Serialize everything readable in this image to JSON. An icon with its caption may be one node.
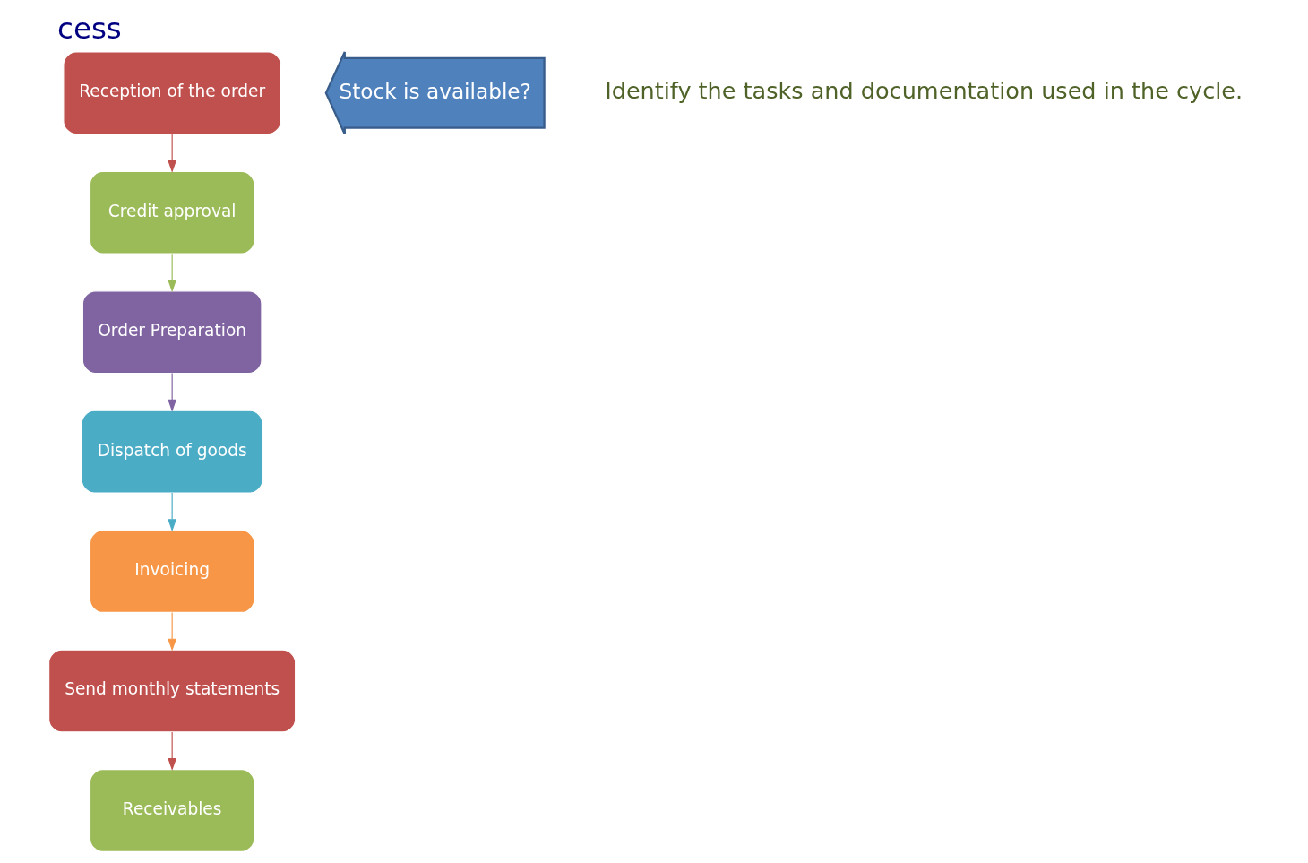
{
  "diagram": {
    "title": "cess",
    "nodes": [
      {
        "text": [
          "Reception of the order"
        ]
      },
      {
        "text": [
          "Credit approval"
        ]
      },
      {
        "text": [
          "Order Preparation"
        ]
      },
      {
        "text": [
          "Dispatch of goods"
        ]
      },
      {
        "text": [
          "Invoicing"
        ]
      },
      {
        "text": [
          "Send monthly statements"
        ]
      },
      {
        "text": [
          "Receivables"
        ]
      },
      {
        "text": [
          "Stock is available?"
        ]
      }
    ],
    "edges": [
      {
        "from": 0,
        "to": 1,
        "arrow": "to",
        "color": "#c0504d"
      },
      {
        "from": 1,
        "to": 2,
        "arrow": "to",
        "color": "#9bbb59"
      },
      {
        "from": 2,
        "to": 3,
        "arrow": "to",
        "color": "#8064a2"
      },
      {
        "from": 3,
        "to": 4,
        "arrow": "to",
        "color": "#4bacc6"
      },
      {
        "from": 4,
        "to": 5,
        "arrow": "to",
        "color": "#f79646"
      },
      {
        "from": 5,
        "to": 6,
        "arrow": "to",
        "color": "#c0504d"
      }
    ],
    "labels": [
      "Identify the tasks and documentation used in the cycle."
    ]
  }
}
